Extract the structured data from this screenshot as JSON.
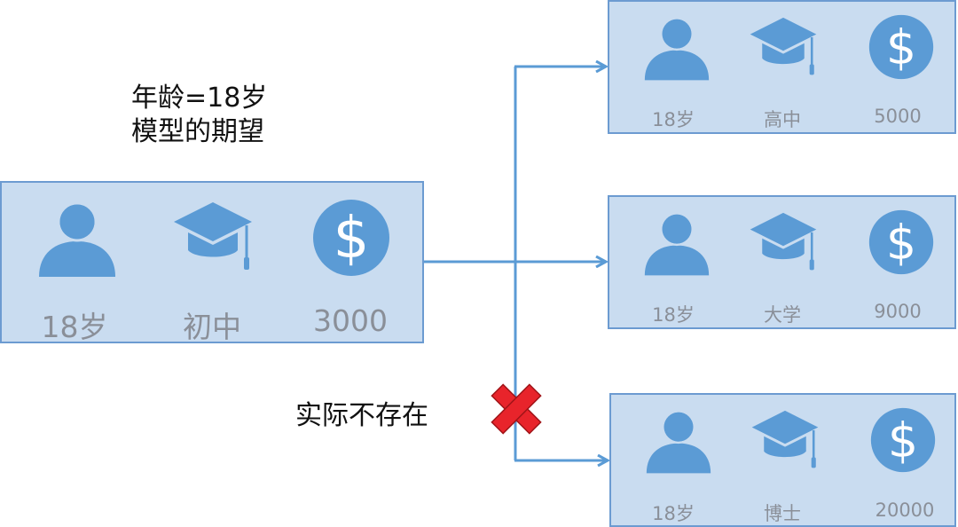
{
  "colors": {
    "card_fill": "#c9dcf0",
    "card_border": "#6c9bd1",
    "icon_blue": "#5b9bd5",
    "label_gray": "#8a8f98",
    "connector": "#5b9bd5",
    "cross_red": "#e8242b"
  },
  "title": {
    "line1": "年龄=18岁",
    "line2": "模型的期望"
  },
  "note": "实际不存在",
  "source_card": {
    "icons": [
      "person-icon",
      "graduation-cap-icon",
      "dollar-coin-icon"
    ],
    "age": "18岁",
    "education": "初中",
    "income": "3000"
  },
  "target_cards": [
    {
      "age": "18岁",
      "education": "高中",
      "income": "5000",
      "status": "exists"
    },
    {
      "age": "18岁",
      "education": "大学",
      "income": "9000",
      "status": "exists"
    },
    {
      "age": "18岁",
      "education": "博士",
      "income": "20000",
      "status": "does-not-exist"
    }
  ],
  "cross_icon": "cross-icon"
}
